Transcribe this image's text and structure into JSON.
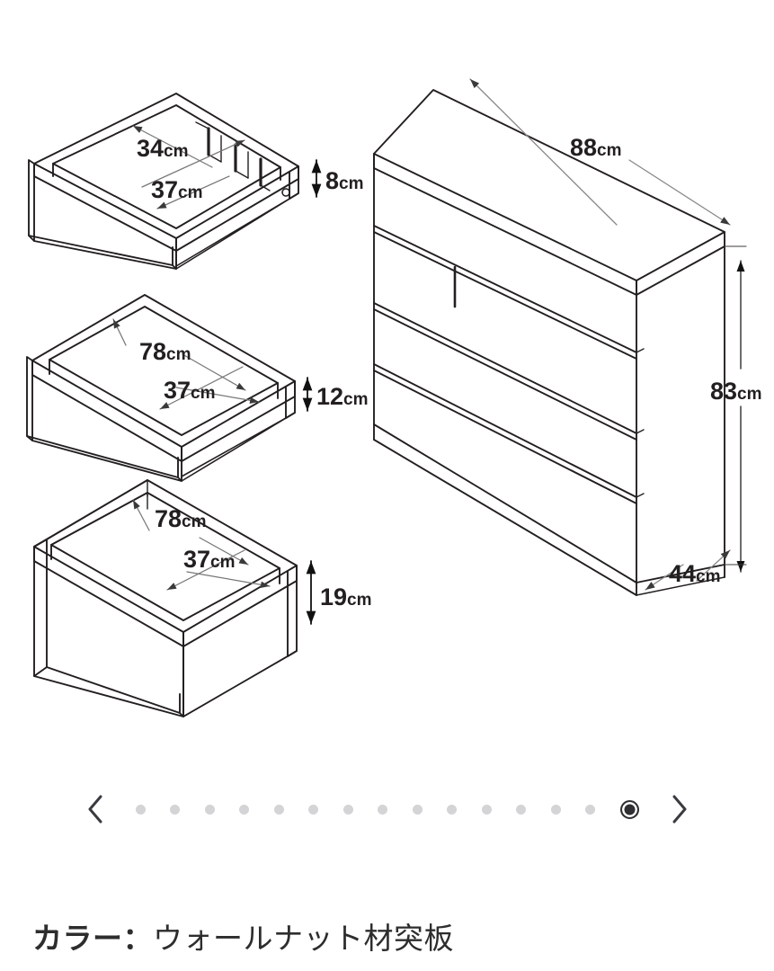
{
  "product_diagram": {
    "title": "chest-of-drawers-dimension-diagram",
    "unit": "cm",
    "cabinet": {
      "name": "4-drawer chest",
      "width_label_num": "88",
      "width_label_unit": "cm",
      "height_label_num": "83",
      "height_label_unit": "cm",
      "depth_label_num": "44",
      "depth_label_unit": "cm"
    },
    "drawers": [
      {
        "name": "top-divided-drawer",
        "inner_width_num": "34",
        "inner_width_unit": "cm",
        "inner_depth_num": "37",
        "inner_depth_unit": "cm",
        "inner_height_num": "8",
        "inner_height_unit": "cm"
      },
      {
        "name": "middle-shallow-drawer",
        "inner_width_num": "78",
        "inner_width_unit": "cm",
        "inner_depth_num": "37",
        "inner_depth_unit": "cm",
        "inner_height_num": "12",
        "inner_height_unit": "cm"
      },
      {
        "name": "bottom-deep-drawer",
        "inner_width_num": "78",
        "inner_width_unit": "cm",
        "inner_depth_num": "37",
        "inner_depth_unit": "cm",
        "inner_height_num": "19",
        "inner_height_unit": "cm"
      }
    ]
  },
  "carousel": {
    "prev_label": "‹",
    "next_label": "›",
    "total_slides": 15,
    "active_index": 15,
    "dot_color": "#d4d4d6",
    "active_dot_color": "#2f2f33"
  },
  "caption": {
    "label": "カラー：",
    "value": "ウォールナット材突板"
  }
}
